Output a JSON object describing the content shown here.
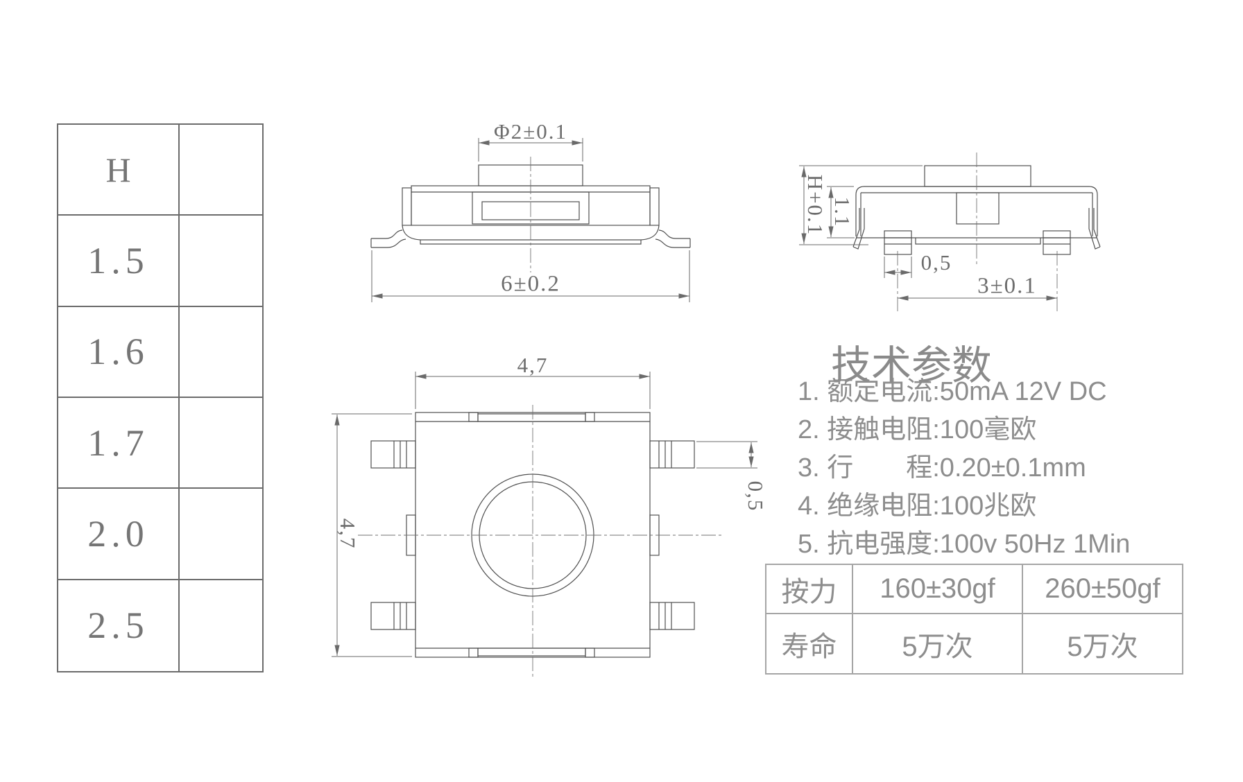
{
  "h_table": {
    "header": "H",
    "rows": [
      "1.5",
      "1.6",
      "1.7",
      "2.0",
      "2.5"
    ]
  },
  "front_view": {
    "dim_knob": "Φ2±0.1",
    "dim_width": "6±0.2"
  },
  "side_view": {
    "dim_total_height": "H+0.1",
    "dim_body_height": "1.1",
    "dim_lead_width": "0,5",
    "dim_lead_pitch": "3±0.1"
  },
  "top_view": {
    "dim_width": "4,7",
    "dim_depth": "4,7",
    "dim_lead_thickness": "0,5"
  },
  "tech_params": {
    "title": "技术参数",
    "items": [
      "1. 额定电流:50mA 12V DC",
      "2. 接触电阻:100毫欧",
      "3. 行　　程:0.20±0.1mm",
      "4. 绝缘电阻:100兆欧",
      "5. 抗电强度:100v 50Hz 1Min"
    ]
  },
  "force_table": {
    "rows": [
      {
        "label": "按力",
        "v1": "160±30gf",
        "v2": "260±50gf"
      },
      {
        "label": "寿命",
        "v1": "5万次",
        "v2": "5万次"
      }
    ]
  }
}
